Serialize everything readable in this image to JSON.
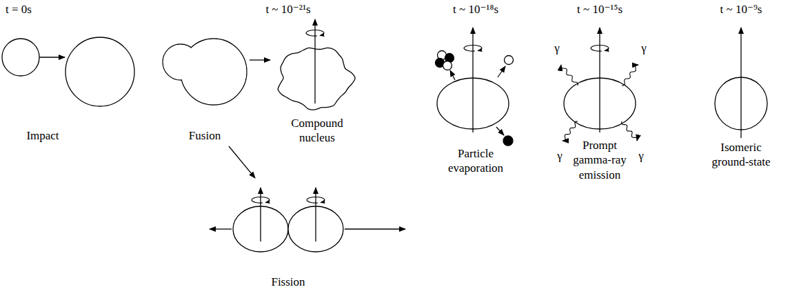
{
  "diagram": {
    "nodes": [
      {
        "text": [
          "Impact"
        ]
      },
      {
        "text": [
          "Fusion"
        ]
      },
      {
        "text": [
          "Compound nucleus"
        ]
      },
      {
        "text": [
          "Fission"
        ]
      },
      {
        "text": [
          "Particle evaporation"
        ]
      },
      {
        "text": [
          "Prompt gamma-ray emission"
        ]
      },
      {
        "text": [
          "Isomeric ground-state"
        ]
      }
    ],
    "edges": [
      {
        "from": 1,
        "to": 2,
        "arrow": "to"
      },
      {
        "from": 1,
        "to": 3,
        "arrow": "to"
      }
    ],
    "labels": [
      "t = 0s",
      "t ~ 10⁻²¹s",
      "t ~ 10⁻¹⁸s",
      "t ~ 10⁻¹⁵s",
      "t ~ 10⁻⁹s",
      "γ",
      "γ",
      "γ",
      "γ"
    ]
  }
}
